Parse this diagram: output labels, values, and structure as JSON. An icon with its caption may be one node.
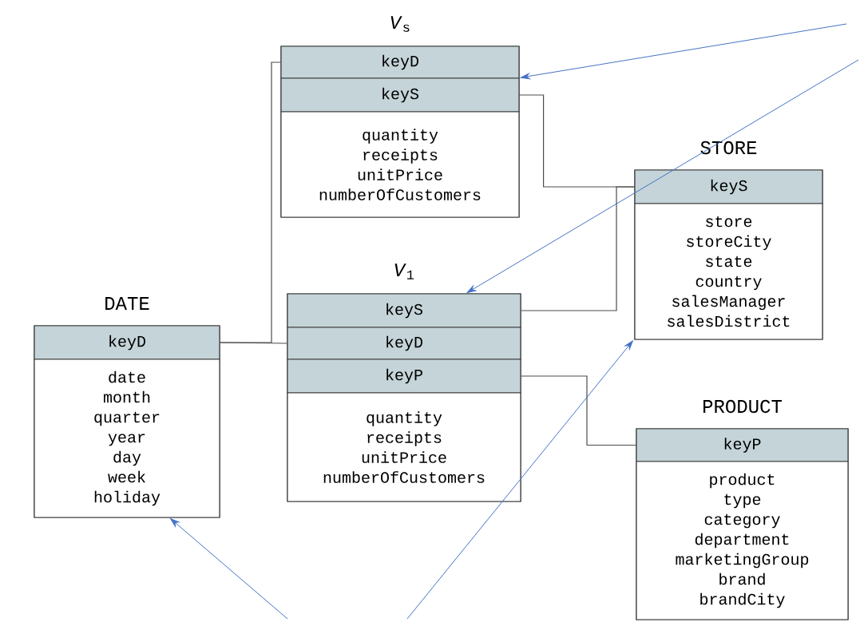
{
  "diagram": {
    "nodes": [
      {
        "text": [
          "*V*$_{s}$"
        ]
      },
      {
        "text": [
          "keyD"
        ],
        "in": 0
      },
      {
        "text": [
          "keyS"
        ],
        "in": 0
      },
      {
        "text": [
          "quantity",
          "receipts",
          "unitPrice",
          "numberOfCustomers"
        ],
        "in": 0
      },
      {
        "text": [
          "STORE"
        ]
      },
      {
        "text": [
          "keyS"
        ],
        "in": 4
      },
      {
        "text": [
          "store",
          "storeCity",
          "state",
          "country",
          "salesManager",
          "salesDistrict"
        ],
        "in": 4
      },
      {
        "text": [
          "*V*$_{1}$"
        ]
      },
      {
        "text": [
          "keyS"
        ],
        "in": 7
      },
      {
        "text": [
          "keyD"
        ],
        "in": 7
      },
      {
        "text": [
          "keyP"
        ],
        "in": 7
      },
      {
        "text": [
          "quantity",
          "receipts",
          "unitPrice",
          "numberOfCustomers"
        ],
        "in": 7
      },
      {
        "text": [
          "DATE"
        ]
      },
      {
        "text": [
          "keyD"
        ],
        "in": 12
      },
      {
        "text": [
          "date",
          "month",
          "quarter",
          "year",
          "day",
          "week",
          "holiday"
        ],
        "in": 12
      },
      {
        "text": [
          "PRODUCT"
        ]
      },
      {
        "text": [
          "keyP"
        ],
        "in": 15
      },
      {
        "text": [
          "product",
          "type",
          "category",
          "department",
          "marketingGroup",
          "brand",
          "brandCity"
        ],
        "in": 15
      }
    ],
    "edges": [
      {
        "from": 13,
        "to": 9,
        "arrow": "none"
      },
      {
        "from": 13,
        "to": 1,
        "arrow": "none"
      },
      {
        "from": 2,
        "to": 5,
        "arrow": "none"
      },
      {
        "from": 8,
        "to": 5,
        "arrow": "none"
      },
      {
        "from": 10,
        "to": 16,
        "arrow": "none"
      },
      {
        "from": null,
        "to": 0,
        "arrow": "to",
        "color": "#4472c4"
      },
      {
        "from": null,
        "to": 7,
        "arrow": "to",
        "color": "#4472c4"
      },
      {
        "from": null,
        "to": 12,
        "arrow": "to",
        "color": "#4472c4"
      },
      {
        "from": null,
        "to": 4,
        "arrow": "to",
        "color": "#4472c4"
      }
    ]
  }
}
